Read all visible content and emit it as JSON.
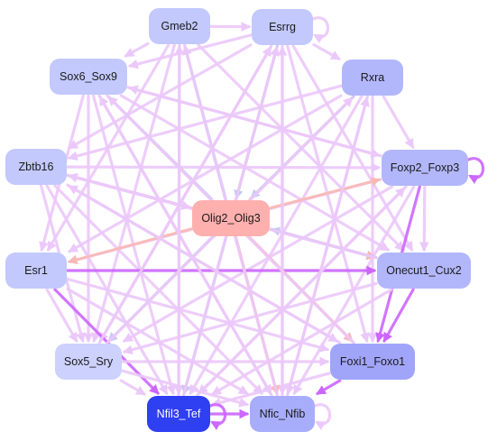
{
  "diagram": {
    "colors": {
      "edge_default": "#ebc8fa",
      "edge_strong": "#cc66ff",
      "edge_salmon": "#f9b8b3",
      "edge_blue": "#c3c9f2",
      "label_dark": "#1a1a1a",
      "label_light": "#ffffff"
    },
    "nodes": [
      {
        "id": "gmeb2",
        "label": "Gmeb2",
        "fill": "#c3c9fd"
      },
      {
        "id": "esrrg",
        "label": "Esrrg",
        "fill": "#c3c9fd"
      },
      {
        "id": "sox6_sox9",
        "label": "Sox6_Sox9",
        "fill": "#c3c9fd"
      },
      {
        "id": "rxra",
        "label": "Rxra",
        "fill": "#b2b7fb"
      },
      {
        "id": "zbtb16",
        "label": "Zbtb16",
        "fill": "#c3c9fd"
      },
      {
        "id": "foxp2_foxp3",
        "label": "Foxp2_Foxp3",
        "fill": "#b2b7fb"
      },
      {
        "id": "olig2_olig3",
        "label": "Olig2_Olig3",
        "fill": "#feb0ae"
      },
      {
        "id": "esr1",
        "label": "Esr1",
        "fill": "#c3c9fd"
      },
      {
        "id": "onecut1_cux2",
        "label": "Onecut1_Cux2",
        "fill": "#b2b7fb"
      },
      {
        "id": "sox5_sry",
        "label": "Sox5_Sry",
        "fill": "#cdd1fd"
      },
      {
        "id": "foxi1_foxo1",
        "label": "Foxi1_Foxo1",
        "fill": "#a0a5fa"
      },
      {
        "id": "nfil3_tef",
        "label": "Nfil3_Tef",
        "fill": "#2f3ff2",
        "text": "light"
      },
      {
        "id": "nfic_nfib",
        "label": "Nfic_Nfib",
        "fill": "#a8adfb"
      }
    ],
    "edges": [
      {
        "from": "gmeb2",
        "to": "esrrg",
        "kind": "default"
      },
      {
        "from": "gmeb2",
        "to": "sox6_sox9",
        "kind": "default"
      },
      {
        "from": "gmeb2",
        "to": "sox5_sry",
        "kind": "default"
      },
      {
        "from": "gmeb2",
        "to": "nfil3_tef",
        "kind": "default"
      },
      {
        "from": "gmeb2",
        "to": "nfic_nfib",
        "kind": "default"
      },
      {
        "from": "gmeb2",
        "to": "onecut1_cux2",
        "kind": "default"
      },
      {
        "from": "gmeb2",
        "to": "esr1",
        "kind": "default"
      },
      {
        "from": "esrrg",
        "to": "sox6_sox9",
        "kind": "default"
      },
      {
        "from": "esrrg",
        "to": "rxra",
        "kind": "default"
      },
      {
        "from": "esrrg",
        "to": "zbtb16",
        "kind": "default"
      },
      {
        "from": "esrrg",
        "to": "sox5_sry",
        "kind": "default"
      },
      {
        "from": "esrrg",
        "to": "nfil3_tef",
        "kind": "default"
      },
      {
        "from": "esrrg",
        "to": "nfic_nfib",
        "kind": "default"
      },
      {
        "from": "esrrg",
        "to": "foxi1_foxo1",
        "kind": "default"
      },
      {
        "from": "esrrg",
        "to": "onecut1_cux2",
        "kind": "default"
      },
      {
        "from": "sox6_sox9",
        "to": "foxp2_foxp3",
        "kind": "default"
      },
      {
        "from": "sox6_sox9",
        "to": "onecut1_cux2",
        "kind": "default"
      },
      {
        "from": "sox6_sox9",
        "to": "foxi1_foxo1",
        "kind": "default"
      },
      {
        "from": "sox6_sox9",
        "to": "nfic_nfib",
        "kind": "default"
      },
      {
        "from": "sox6_sox9",
        "to": "nfil3_tef",
        "kind": "default"
      },
      {
        "from": "sox6_sox9",
        "to": "sox5_sry",
        "kind": "default"
      },
      {
        "from": "sox6_sox9",
        "to": "esr1",
        "kind": "default"
      },
      {
        "from": "rxra",
        "to": "foxp2_foxp3",
        "kind": "default"
      },
      {
        "from": "rxra",
        "to": "zbtb16",
        "kind": "default"
      },
      {
        "from": "rxra",
        "to": "esr1",
        "kind": "default"
      },
      {
        "from": "rxra",
        "to": "sox5_sry",
        "kind": "default"
      },
      {
        "from": "rxra",
        "to": "nfil3_tef",
        "kind": "default"
      },
      {
        "from": "rxra",
        "to": "nfic_nfib",
        "kind": "default"
      },
      {
        "from": "rxra",
        "to": "foxi1_foxo1",
        "kind": "default"
      },
      {
        "from": "zbtb16",
        "to": "foxp2_foxp3",
        "kind": "default"
      },
      {
        "from": "zbtb16",
        "to": "onecut1_cux2",
        "kind": "default"
      },
      {
        "from": "zbtb16",
        "to": "foxi1_foxo1",
        "kind": "default"
      },
      {
        "from": "zbtb16",
        "to": "nfic_nfib",
        "kind": "default"
      },
      {
        "from": "zbtb16",
        "to": "nfil3_tef",
        "kind": "default"
      },
      {
        "from": "zbtb16",
        "to": "sox5_sry",
        "kind": "default"
      },
      {
        "from": "foxp2_foxp3",
        "to": "esr1",
        "kind": "default"
      },
      {
        "from": "foxp2_foxp3",
        "to": "sox5_sry",
        "kind": "default"
      },
      {
        "from": "foxp2_foxp3",
        "to": "nfil3_tef",
        "kind": "default"
      },
      {
        "from": "foxp2_foxp3",
        "to": "nfic_nfib",
        "kind": "default"
      },
      {
        "from": "foxp2_foxp3",
        "to": "onecut1_cux2",
        "kind": "default"
      },
      {
        "from": "foxp2_foxp3",
        "to": "foxi1_foxo1",
        "kind": "strong"
      },
      {
        "from": "esr1",
        "to": "onecut1_cux2",
        "kind": "strong"
      },
      {
        "from": "esr1",
        "to": "foxi1_foxo1",
        "kind": "default"
      },
      {
        "from": "esr1",
        "to": "nfic_nfib",
        "kind": "default"
      },
      {
        "from": "esr1",
        "to": "nfil3_tef",
        "kind": "strong"
      },
      {
        "from": "esr1",
        "to": "sox5_sry",
        "kind": "default"
      },
      {
        "from": "onecut1_cux2",
        "to": "sox5_sry",
        "kind": "default"
      },
      {
        "from": "onecut1_cux2",
        "to": "nfil3_tef",
        "kind": "default"
      },
      {
        "from": "onecut1_cux2",
        "to": "foxi1_foxo1",
        "kind": "strong"
      },
      {
        "from": "sox5_sry",
        "to": "nfil3_tef",
        "kind": "default"
      },
      {
        "from": "sox5_sry",
        "to": "nfic_nfib",
        "kind": "default"
      },
      {
        "from": "sox5_sry",
        "to": "foxi1_foxo1",
        "kind": "default"
      },
      {
        "from": "foxi1_foxo1",
        "to": "nfil3_tef",
        "kind": "default"
      },
      {
        "from": "foxi1_foxo1",
        "to": "nfic_nfib",
        "kind": "strong"
      },
      {
        "from": "nfil3_tef",
        "to": "nfic_nfib",
        "kind": "strong"
      },
      {
        "from": "olig2_olig3",
        "to": "gmeb2",
        "kind": "blue"
      },
      {
        "from": "olig2_olig3",
        "to": "esrrg",
        "kind": "salmon"
      },
      {
        "from": "olig2_olig3",
        "to": "sox6_sox9",
        "kind": "blue"
      },
      {
        "from": "olig2_olig3",
        "to": "rxra",
        "kind": "salmon"
      },
      {
        "from": "olig2_olig3",
        "to": "zbtb16",
        "kind": "salmon"
      },
      {
        "from": "olig2_olig3",
        "to": "foxp2_foxp3",
        "kind": "salmon"
      },
      {
        "from": "olig2_olig3",
        "to": "esr1",
        "kind": "salmon"
      },
      {
        "from": "olig2_olig3",
        "to": "onecut1_cux2",
        "kind": "salmon"
      },
      {
        "from": "olig2_olig3",
        "to": "sox5_sry",
        "kind": "blue"
      },
      {
        "from": "olig2_olig3",
        "to": "foxi1_foxo1",
        "kind": "salmon"
      },
      {
        "from": "olig2_olig3",
        "to": "nfil3_tef",
        "kind": "blue"
      },
      {
        "from": "olig2_olig3",
        "to": "nfic_nfib",
        "kind": "salmon"
      },
      {
        "from": "esrrg",
        "to": "olig2_olig3",
        "kind": "blue"
      },
      {
        "from": "rxra",
        "to": "olig2_olig3",
        "kind": "blue"
      },
      {
        "from": "zbtb16",
        "to": "olig2_olig3",
        "kind": "default"
      },
      {
        "from": "onecut1_cux2",
        "to": "olig2_olig3",
        "kind": "blue"
      },
      {
        "from": "foxp2_foxp3",
        "to": "sox6_sox9",
        "kind": "default"
      },
      {
        "from": "nfic_nfib",
        "to": "gmeb2",
        "kind": "default"
      },
      {
        "from": "nfic_nfib",
        "to": "esrrg",
        "kind": "default"
      },
      {
        "from": "nfil3_tef",
        "to": "esrrg",
        "kind": "default"
      },
      {
        "from": "nfil3_tef",
        "to": "gmeb2",
        "kind": "default"
      },
      {
        "from": "foxi1_foxo1",
        "to": "sox6_sox9",
        "kind": "default"
      },
      {
        "from": "nfic_nfib",
        "to": "rxra",
        "kind": "default"
      },
      {
        "from": "sox5_sry",
        "to": "rxra",
        "kind": "default"
      },
      {
        "from": "sox5_sry",
        "to": "esrrg",
        "kind": "default"
      },
      {
        "from": "onecut1_cux2",
        "to": "zbtb16",
        "kind": "default"
      },
      {
        "from": "foxi1_foxo1",
        "to": "zbtb16",
        "kind": "default"
      },
      {
        "from": "nfil3_tef",
        "to": "foxp2_foxp3",
        "kind": "default"
      },
      {
        "from": "nfic_nfib",
        "to": "sox6_sox9",
        "kind": "default"
      }
    ],
    "self_loops": [
      {
        "node": "esrrg",
        "kind": "default"
      },
      {
        "node": "foxp2_foxp3",
        "kind": "strong"
      },
      {
        "node": "nfil3_tef",
        "kind": "strong"
      },
      {
        "node": "nfic_nfib",
        "kind": "default"
      }
    ]
  }
}
